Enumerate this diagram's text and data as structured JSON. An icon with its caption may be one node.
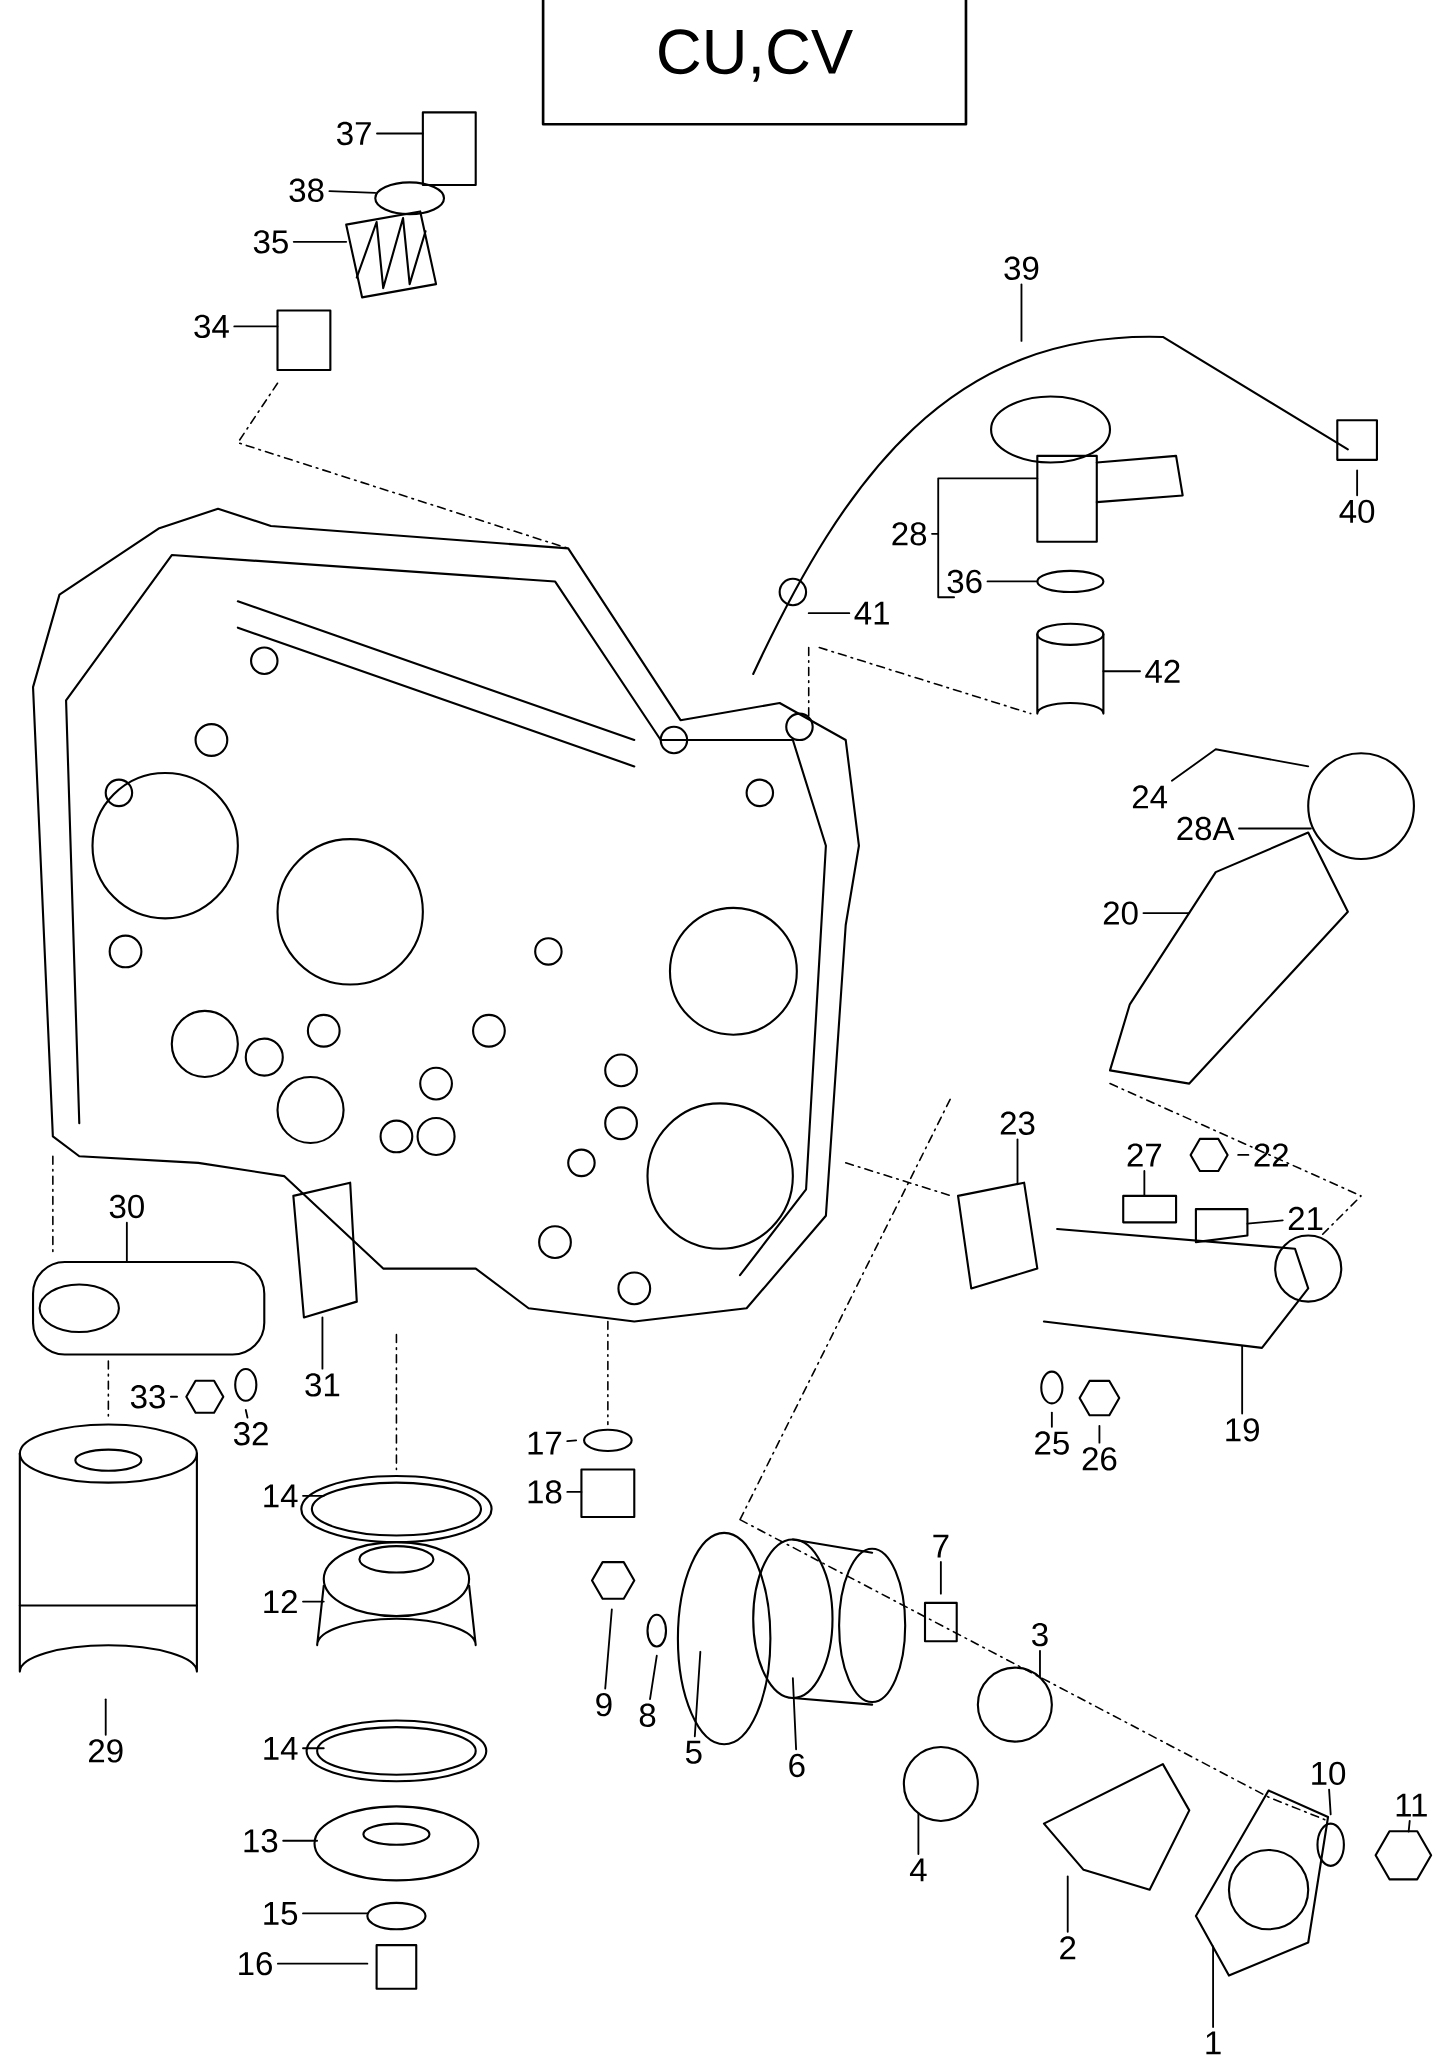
{
  "diagram": {
    "title": "CU,CV",
    "nodes": [
      {
        "text": [
          "37"
        ]
      },
      {
        "text": [
          "38"
        ]
      },
      {
        "text": [
          "35"
        ]
      },
      {
        "text": [
          "39"
        ]
      },
      {
        "text": [
          "34"
        ]
      },
      {
        "text": [
          "40"
        ]
      },
      {
        "text": [
          "28"
        ]
      },
      {
        "text": [
          "36"
        ]
      },
      {
        "text": [
          "41"
        ]
      },
      {
        "text": [
          "42"
        ]
      },
      {
        "text": [
          "24"
        ]
      },
      {
        "text": [
          "28A"
        ]
      },
      {
        "text": [
          "20"
        ]
      },
      {
        "text": [
          "23"
        ]
      },
      {
        "text": [
          "27"
        ]
      },
      {
        "text": [
          "22"
        ]
      },
      {
        "text": [
          "30"
        ]
      },
      {
        "text": [
          "21"
        ]
      },
      {
        "text": [
          "31"
        ]
      },
      {
        "text": [
          "33"
        ]
      },
      {
        "text": [
          "19"
        ]
      },
      {
        "text": [
          "32"
        ]
      },
      {
        "text": [
          "25"
        ]
      },
      {
        "text": [
          "17"
        ]
      },
      {
        "text": [
          "26"
        ]
      },
      {
        "text": [
          "18"
        ]
      },
      {
        "text": [
          "14"
        ]
      },
      {
        "text": [
          "7"
        ]
      },
      {
        "text": [
          "12"
        ]
      },
      {
        "text": [
          "3"
        ]
      },
      {
        "text": [
          "9"
        ]
      },
      {
        "text": [
          "8"
        ]
      },
      {
        "text": [
          "14"
        ]
      },
      {
        "text": [
          "29"
        ]
      },
      {
        "text": [
          "5"
        ]
      },
      {
        "text": [
          "6"
        ]
      },
      {
        "text": [
          "10"
        ]
      },
      {
        "text": [
          "11"
        ]
      },
      {
        "text": [
          "13"
        ]
      },
      {
        "text": [
          "4"
        ]
      },
      {
        "text": [
          "15"
        ]
      },
      {
        "text": [
          "2"
        ]
      },
      {
        "text": [
          "16"
        ]
      },
      {
        "text": [
          "1"
        ]
      }
    ],
    "edges": [
      {
        "from": 0,
        "to": null,
        "arrow": "none"
      },
      {
        "from": 1,
        "to": null,
        "arrow": "none"
      },
      {
        "from": 2,
        "to": null,
        "arrow": "none"
      },
      {
        "from": 3,
        "to": null,
        "arrow": "none"
      },
      {
        "from": 4,
        "to": null,
        "arrow": "none"
      },
      {
        "from": 5,
        "to": null,
        "arrow": "none"
      },
      {
        "from": 6,
        "to": null,
        "arrow": "none"
      },
      {
        "from": 7,
        "to": null,
        "arrow": "none"
      },
      {
        "from": 8,
        "to": null,
        "arrow": "none"
      },
      {
        "from": 9,
        "to": null,
        "arrow": "none"
      },
      {
        "from": 10,
        "to": null,
        "arrow": "none"
      },
      {
        "from": 11,
        "to": null,
        "arrow": "none"
      },
      {
        "from": 12,
        "to": null,
        "arrow": "none"
      },
      {
        "from": 13,
        "to": null,
        "arrow": "none"
      },
      {
        "from": 14,
        "to": null,
        "arrow": "none"
      },
      {
        "from": 15,
        "to": null,
        "arrow": "none"
      },
      {
        "from": 16,
        "to": null,
        "arrow": "none"
      },
      {
        "from": 17,
        "to": null,
        "arrow": "none"
      },
      {
        "from": 18,
        "to": null,
        "arrow": "none"
      },
      {
        "from": 19,
        "to": null,
        "arrow": "none"
      },
      {
        "from": 20,
        "to": null,
        "arrow": "none"
      },
      {
        "from": 21,
        "to": null,
        "arrow": "none"
      },
      {
        "from": 22,
        "to": null,
        "arrow": "none"
      },
      {
        "from": 23,
        "to": null,
        "arrow": "none"
      },
      {
        "from": 24,
        "to": null,
        "arrow": "none"
      },
      {
        "from": 25,
        "to": null,
        "arrow": "none"
      },
      {
        "from": 26,
        "to": null,
        "arrow": "none"
      },
      {
        "from": 27,
        "to": null,
        "arrow": "none"
      },
      {
        "from": 28,
        "to": null,
        "arrow": "none"
      },
      {
        "from": 29,
        "to": null,
        "arrow": "none"
      },
      {
        "from": 30,
        "to": null,
        "arrow": "none"
      },
      {
        "from": 31,
        "to": null,
        "arrow": "none"
      },
      {
        "from": 32,
        "to": null,
        "arrow": "none"
      },
      {
        "from": 33,
        "to": null,
        "arrow": "none"
      },
      {
        "from": 34,
        "to": null,
        "arrow": "none"
      },
      {
        "from": 35,
        "to": null,
        "arrow": "none"
      },
      {
        "from": 36,
        "to": null,
        "arrow": "none"
      },
      {
        "from": 37,
        "to": null,
        "arrow": "none"
      },
      {
        "from": 38,
        "to": null,
        "arrow": "none"
      },
      {
        "from": 39,
        "to": null,
        "arrow": "none"
      },
      {
        "from": 40,
        "to": null,
        "arrow": "none"
      },
      {
        "from": 41,
        "to": null,
        "arrow": "none"
      },
      {
        "from": 42,
        "to": null,
        "arrow": "none"
      },
      {
        "from": 43,
        "to": null,
        "arrow": "none"
      }
    ]
  }
}
